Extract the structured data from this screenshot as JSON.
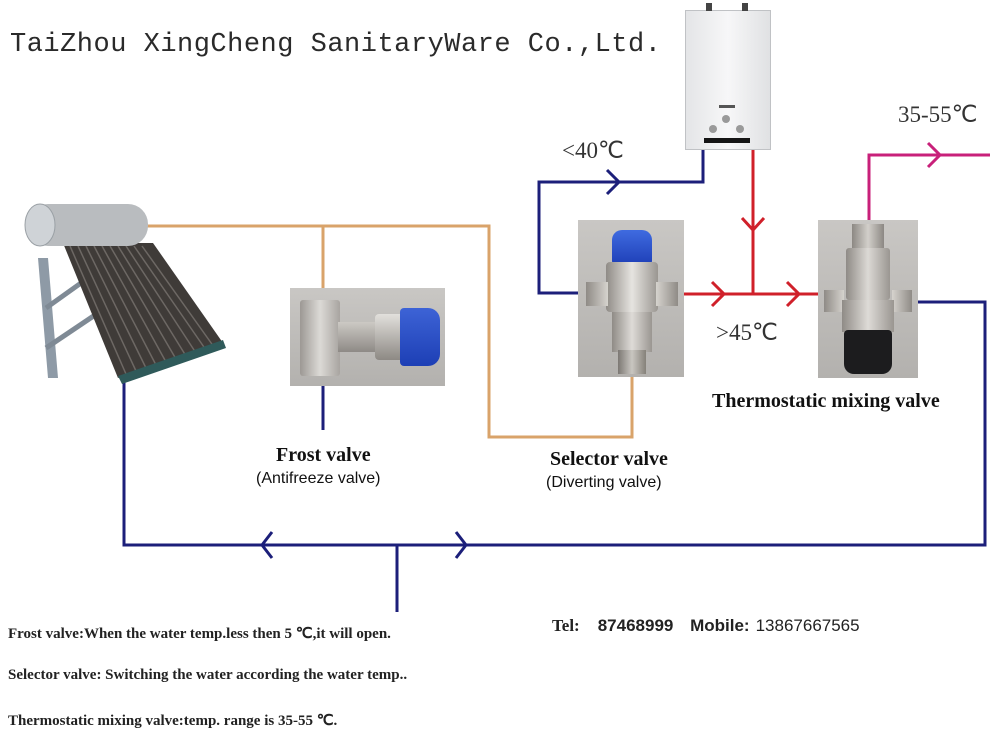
{
  "header": {
    "company": "TaiZhou XingCheng SanitaryWare Co.,Ltd."
  },
  "temperature_labels": {
    "cold_bypass": "<40℃",
    "hot_supply": ">45℃",
    "output": "35-55℃"
  },
  "components": {
    "solar_heater": {
      "name": "Solar water heater",
      "icon": "solar-water-heater-icon"
    },
    "gas_heater": {
      "name": "Gas water heater",
      "icon": "gas-water-heater-icon"
    },
    "frost_valve": {
      "title": "Frost valve",
      "subtitle": "(Antifreeze valve)",
      "icon": "frost-valve-icon"
    },
    "selector_valve": {
      "title": "Selector valve",
      "subtitle": "(Diverting valve)",
      "icon": "selector-valve-icon"
    },
    "mixing_valve": {
      "title": "Thermostatic mixing valve",
      "icon": "thermostatic-mixing-valve-icon"
    }
  },
  "pipe_colors": {
    "solar_hot": "#d9a36a",
    "cold": "#1c1f7a",
    "hot": "#d0202a",
    "mixed_output": "#c8207a"
  },
  "notes": [
    "Frost valve:When the water temp.less then 5 ℃,it will open.",
    "Selector valve: Switching the water according the water temp..",
    "Thermostatic mixing valve:temp. range is 35-55 ℃."
  ],
  "contact": {
    "tel_label": "Tel:",
    "tel": "87468999",
    "mobile_label": "Mobile:",
    "mobile": "13867667565"
  }
}
